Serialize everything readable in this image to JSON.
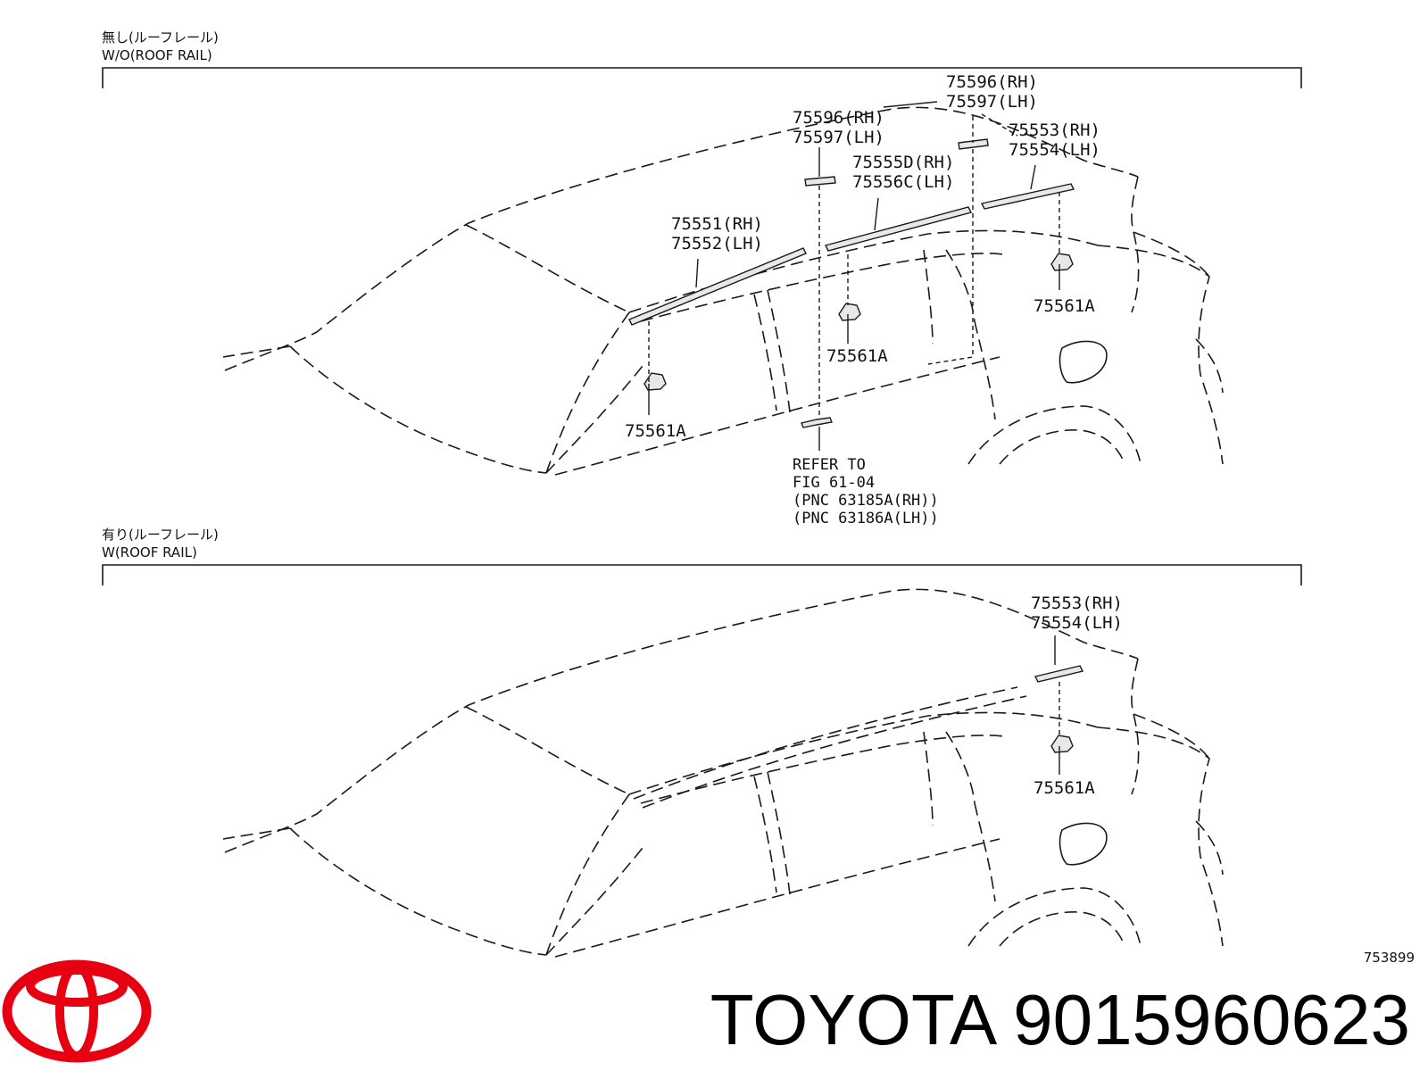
{
  "sections": [
    {
      "jp_label": "無し(ルーフレール)",
      "en_label": "W/O(ROOF RAIL)",
      "callouts": {
        "pn_75596_top": "75596(RH)",
        "pn_75597_top": "75597(LH)",
        "pn_75596_mid": "75596(RH)",
        "pn_75597_mid": "75597(LH)",
        "pn_75553": "75553(RH)",
        "pn_75554": "75554(LH)",
        "pn_75555d": "75555D(RH)",
        "pn_75556c": "75556C(LH)",
        "pn_75551": "75551(RH)",
        "pn_75552": "75552(LH)",
        "clip_right": "75561A",
        "clip_mid": "75561A",
        "clip_left": "75561A"
      },
      "refer_lines": [
        "REFER TO",
        "FIG 61-04",
        "(PNC 63185A(RH))",
        "(PNC 63186A(LH))"
      ]
    },
    {
      "jp_label": "有り(ルーフレール)",
      "en_label": "W(ROOF RAIL)",
      "callouts": {
        "pn_75553": "75553(RH)",
        "pn_75554": "75554(LH)",
        "clip_right": "75561A"
      }
    }
  ],
  "figure_code": "753899",
  "brand": "TOYOTA",
  "part_number": "9015960623",
  "colors": {
    "logo_red": "#e60012",
    "line": "#1a1a1a"
  },
  "icons": {
    "logo": "toyota-logo-icon"
  }
}
